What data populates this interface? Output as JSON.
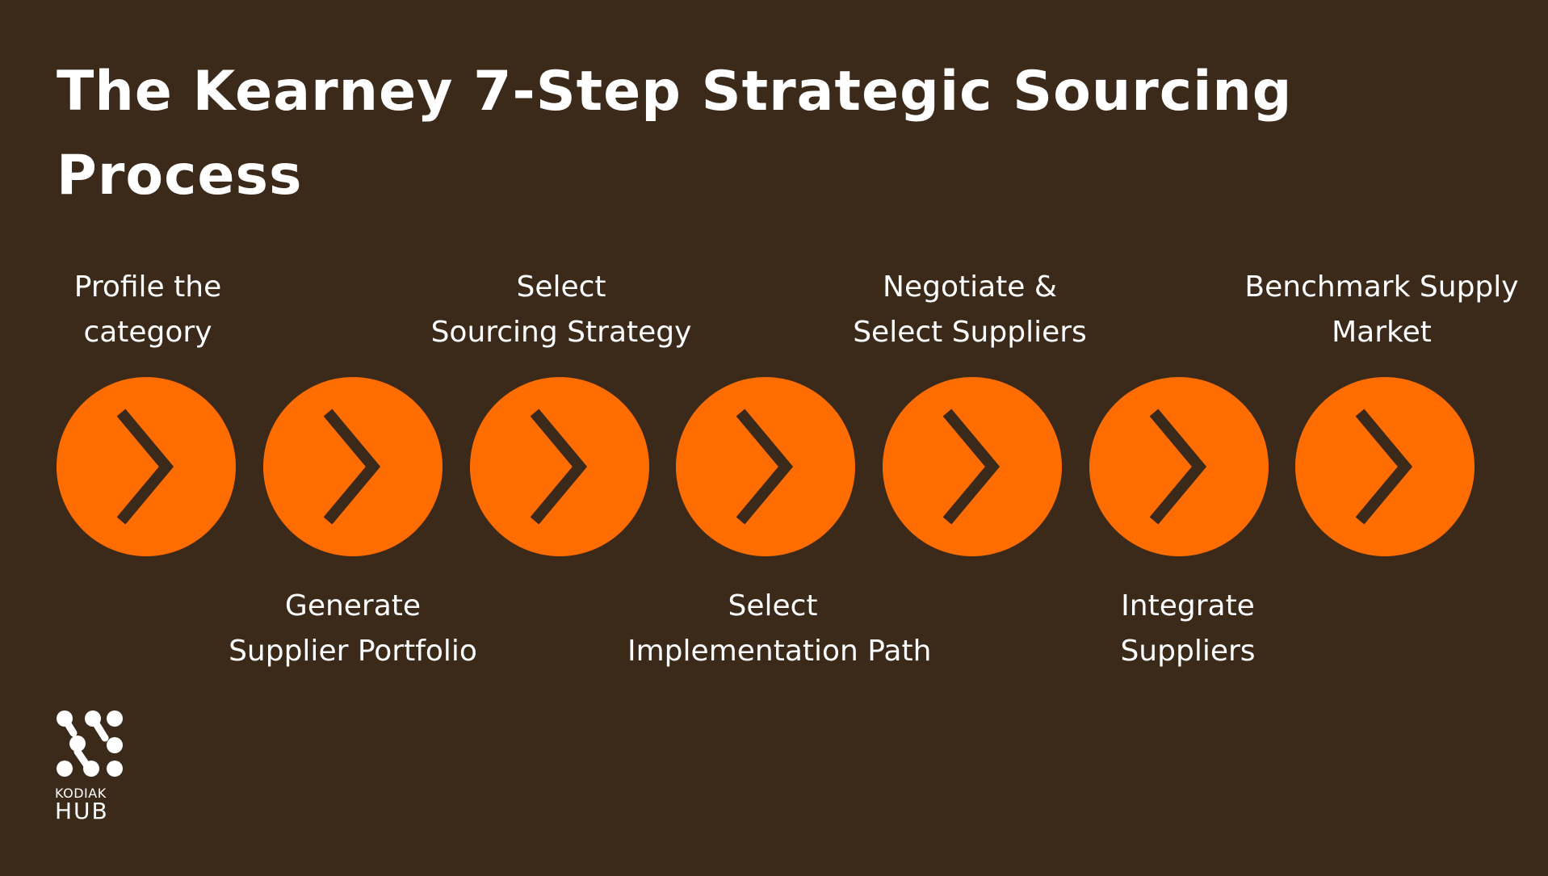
{
  "colors": {
    "background": "#3b291a",
    "text": "#ffffff",
    "accent": "#ff6d01",
    "chevron": "#3b291a"
  },
  "title": {
    "line1": "The Kearney 7-Step Strategic Sourcing",
    "line2": "Process"
  },
  "steps": [
    {
      "line1": "Profile the",
      "line2": "category",
      "position": "top",
      "icon": "chevron-right-icon"
    },
    {
      "line1": "Generate",
      "line2": "Supplier Portfolio",
      "position": "bottom",
      "icon": "chevron-right-icon"
    },
    {
      "line1": "Select",
      "line2": "Sourcing Strategy",
      "position": "top",
      "icon": "chevron-right-icon"
    },
    {
      "line1": "Select",
      "line2": "Implementation Path",
      "position": "bottom",
      "icon": "chevron-right-icon"
    },
    {
      "line1": "Negotiate &",
      "line2": "Select Suppliers",
      "position": "top",
      "icon": "chevron-right-icon"
    },
    {
      "line1": "Integrate",
      "line2": "Suppliers",
      "position": "bottom",
      "icon": "chevron-right-icon"
    },
    {
      "line1": "Benchmark Supply",
      "line2": "Market",
      "position": "top",
      "icon": "chevron-right-icon"
    }
  ],
  "logo": {
    "word1": "KODIAK",
    "word2": "HUB",
    "icon": "kodiak-hub-logo-icon"
  }
}
